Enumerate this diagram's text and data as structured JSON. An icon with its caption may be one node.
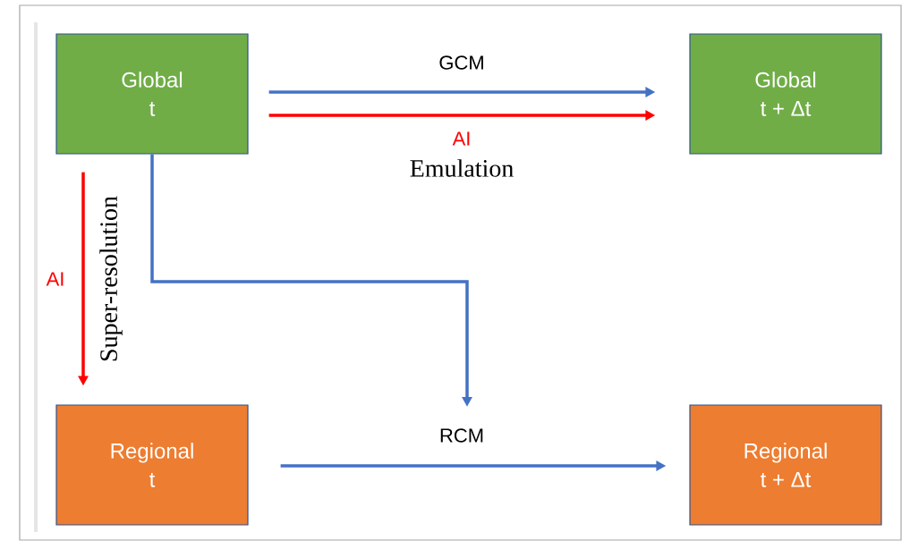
{
  "diagram": {
    "nodes": [
      {
        "text": [
          "Global",
          "t"
        ]
      },
      {
        "text": [
          "Global",
          "t + Δt"
        ]
      },
      {
        "text": [
          "Regional",
          "t"
        ]
      },
      {
        "text": [
          "Regional",
          "t + Δt"
        ]
      }
    ],
    "edges": [
      {
        "from": 0,
        "to": 1,
        "arrow": "to",
        "label": "GCM"
      },
      {
        "from": 0,
        "to": 1,
        "arrow": "to",
        "label": "AI",
        "color": "#ff0000"
      },
      {
        "from": 0,
        "to": 2,
        "arrow": "to",
        "label": "AI",
        "color": "#ff0000"
      },
      {
        "from": 0,
        "to": null,
        "arrow": "to"
      },
      {
        "from": 2,
        "to": 3,
        "arrow": "to",
        "label": "RCM"
      }
    ],
    "labels": [
      "Emulation",
      "Super-resolution"
    ]
  }
}
